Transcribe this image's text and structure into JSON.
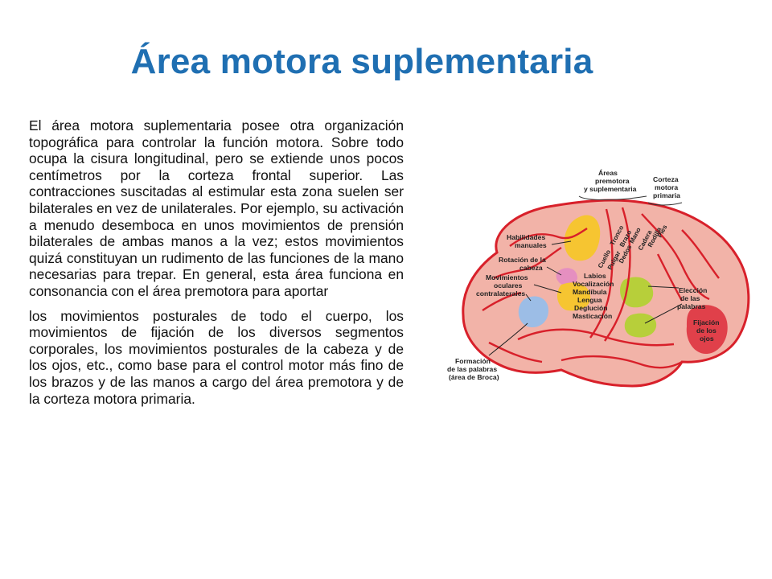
{
  "slide": {
    "title": "Área motora suplementaria",
    "paragraphs": [
      "El área motora suplementaria posee otra organización topográfica para controlar la función motora. Sobre todo ocupa la cisura longitudinal, pero se extiende unos pocos centímetros por la corteza frontal superior. Las contracciones suscitadas al estimular esta zona suelen ser bilaterales en vez de unilaterales. Por ejemplo, su activación a menudo desemboca en unos movimientos de prensión bilaterales de ambas manos a la vez; estos movimientos quizá constituyan un rudimento de las funciones de la mano necesarias para trepar. En general, esta área funciona en consonancia con el área premotora para aportar",
      "los movimientos posturales de todo el cuerpo, los movimientos de fijación de los diversos segmentos corporales, los movimientos posturales de la cabeza y de los ojos, etc., como base para el control motor más fino de los brazos y de las manos a cargo del área premotora y de la corteza motora primaria."
    ]
  },
  "figure": {
    "labels": {
      "premotor_1": "Áreas",
      "premotor_2": "premotora",
      "premotor_3": "y suplementaria",
      "motor_1": "Corteza",
      "motor_2": "motora",
      "motor_3": "primaria",
      "hands_1": "Habilidades",
      "hands_2": "manuales",
      "head_1": "Rotación de la",
      "head_2": "cabeza",
      "eyes_1": "Movimientos",
      "eyes_2": "oculares",
      "eyes_3": "contralaterales",
      "face_1": "Labios",
      "face_2": "Vocalización",
      "face_3": "Mandíbula",
      "face_4": "Lengua",
      "face_5": "Deglución",
      "face_6": "Masticación",
      "words_1": "Elección",
      "words_2": "de las",
      "words_3": "palabras",
      "fix_1": "Fijación",
      "fix_2": "de los",
      "fix_3": "ojos",
      "broca_1": "Formación",
      "broca_2": "de las palabras",
      "broca_3": "(área de Broca)",
      "body_neck": "Cuello",
      "body_trunk": "Tronco",
      "body_arm": "Brazo",
      "body_hand": "Mano",
      "body_thumb": "Pulgar",
      "body_fingers": "Dedos",
      "body_hip": "Cadera",
      "body_knee": "Rodilla",
      "body_foot": "Pies"
    },
    "colors": {
      "brain_fill": "#f2b3a8",
      "gyri_stroke": "#d8202a",
      "premotor_yellow": "#f6c531",
      "pink_area": "#e58fc0",
      "blue_area": "#9cbde6",
      "green_area": "#b7cf3a",
      "red_area": "#e0404a"
    }
  }
}
